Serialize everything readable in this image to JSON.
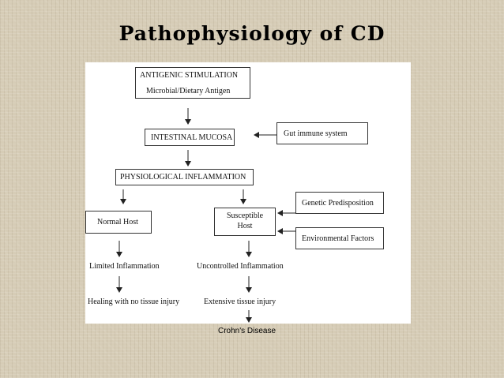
{
  "slide": {
    "title": "Pathophysiology  of  CD"
  },
  "diagram": {
    "antigenic_title": "ANTIGENIC STIMULATION",
    "antigenic_sub": "Microbial/Dietary Antigen",
    "intestinal_mucosa": "INTESTINAL MUCOSA",
    "gut_immune": "Gut immune system",
    "physiological_inflammation": "PHYSIOLOGICAL INFLAMMATION",
    "normal_host": "Normal Host",
    "susceptible_host_line1": "Susceptible",
    "susceptible_host_line2": "Host",
    "genetic": "Genetic Predisposition",
    "environmental": "Environmental Factors",
    "limited": "Limited Inflammation",
    "uncontrolled": "Uncontrolled Inflammation",
    "healing": "Healing with no tissue injury",
    "extensive": "Extensive tissue injury"
  },
  "caption": "Crohn's Disease"
}
